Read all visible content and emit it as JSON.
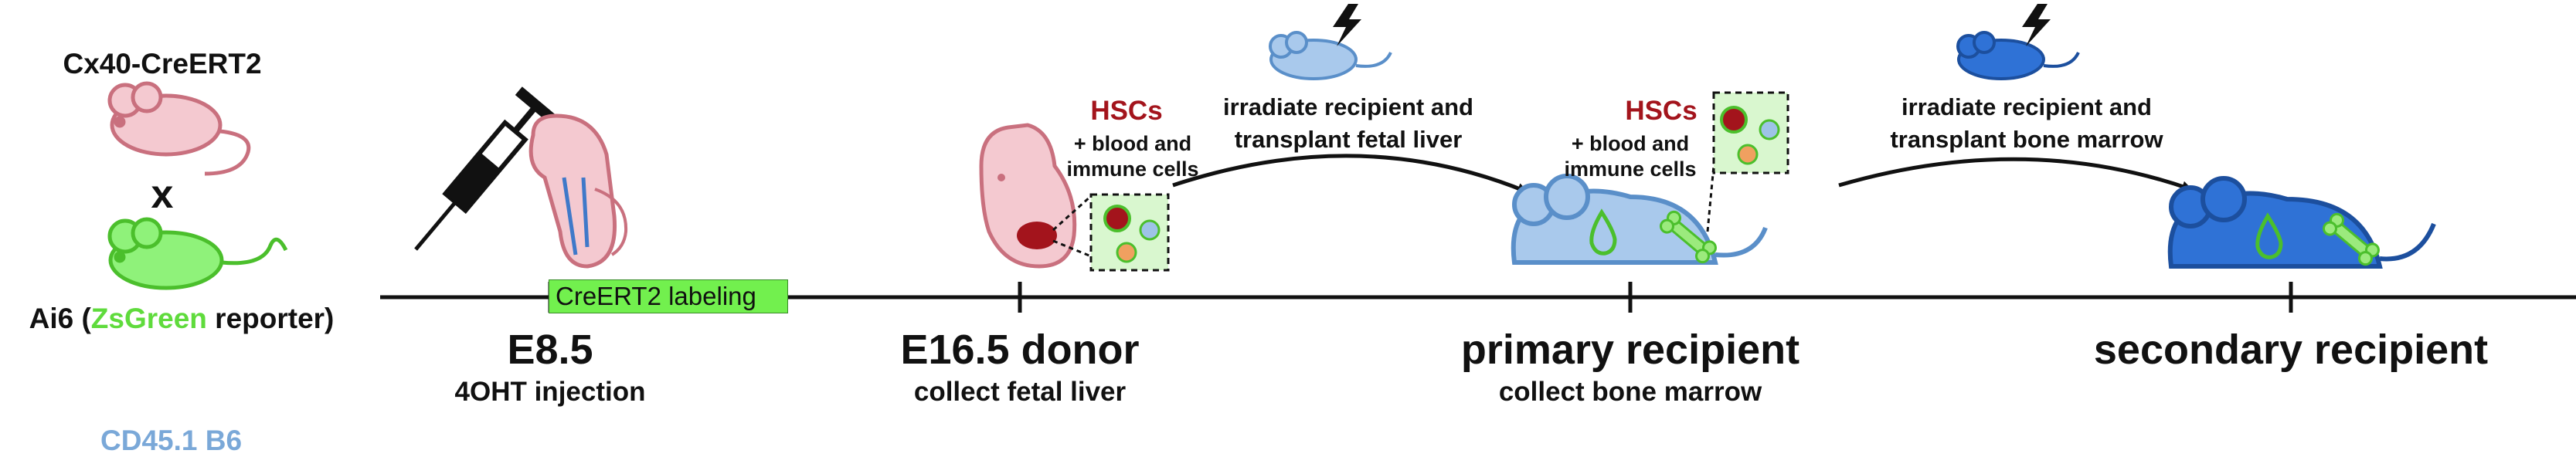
{
  "cross": {
    "strain_1": "Cx40-CreERT2",
    "cross_symbol": "x",
    "strain_2_prefix": "Ai6 (",
    "strain_2_reporter": "ZsGreen",
    "strain_2_suffix": " reporter)"
  },
  "cd45_label": "CD45.1 B6",
  "labeling_bar": "CreERT2 labeling",
  "stages": [
    {
      "title": "E8.5",
      "subtitle": "4OHT injection"
    },
    {
      "title": "E16.5 donor",
      "subtitle": "collect fetal liver"
    },
    {
      "title": "primary recipient",
      "subtitle": "collect bone marrow"
    },
    {
      "title": "secondary recipient",
      "subtitle": ""
    }
  ],
  "callouts": [
    {
      "title": "HSCs",
      "line1": "+ blood and",
      "line2": "immune cells"
    },
    {
      "title": "HSCs",
      "line1": "+ blood and",
      "line2": "immune cells"
    }
  ],
  "arrows": [
    {
      "line1": "irradiate recipient and",
      "line2": "transplant fetal liver"
    },
    {
      "line1": "irradiate recipient and",
      "line2": "transplant bone marrow"
    }
  ],
  "colors": {
    "pink_mouse": "#e8a2ae",
    "green_mouse": "#7df05e",
    "light_blue_mouse": "#9ec3e6",
    "dark_blue_mouse": "#2f72d6",
    "hsc_red": "#a3141c",
    "labeling_green": "#72f04e"
  },
  "icons": [
    "pink-mouse-icon",
    "green-mouse-icon",
    "syringe-icon",
    "embryo-icon",
    "fetus-icon",
    "light-blue-mouse-icon",
    "dark-blue-mouse-icon",
    "lightning-icon",
    "blood-drop-icon",
    "bone-icon",
    "cells-inset-icon"
  ]
}
